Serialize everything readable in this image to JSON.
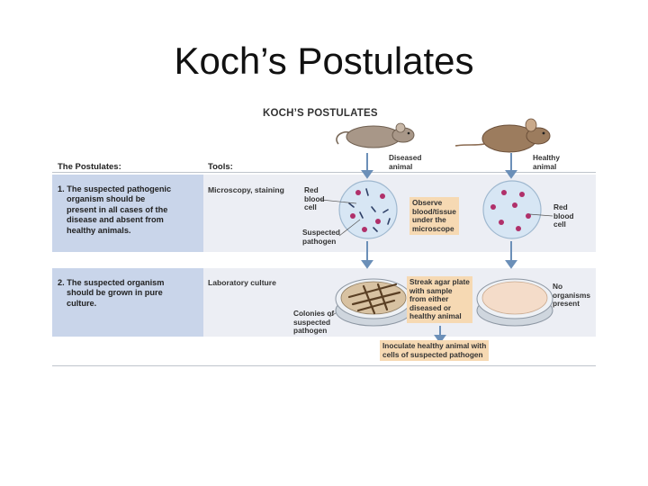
{
  "slide_title": "Koch’s Postulates",
  "figure": {
    "title": "KOCH’S POSTULATES",
    "headers": {
      "postulates": "The Postulates:",
      "tools": "Tools:"
    },
    "rows": [
      {
        "postulate": [
          "1. The suspected pathogenic",
          "organism should be",
          "present in all cases of the",
          "disease and absent from",
          "healthy animals."
        ],
        "tool": "Microscopy, staining"
      },
      {
        "postulate": [
          "2. The suspected organism",
          "should be grown in pure",
          "culture."
        ],
        "tool": "Laboratory culture"
      }
    ],
    "labels": {
      "diseased_animal": [
        "Diseased",
        "animal"
      ],
      "healthy_animal": [
        "Healthy",
        "animal"
      ],
      "red_blood_cell_left": [
        "Red",
        "blood",
        "cell"
      ],
      "suspected_pathogen": [
        "Suspected",
        "pathogen"
      ],
      "red_blood_cell_right": [
        "Red",
        "blood",
        "cell"
      ],
      "colonies": [
        "Colonies of",
        "suspected",
        "pathogen"
      ],
      "no_organisms": [
        "No",
        "organisms",
        "present"
      ]
    },
    "callouts": {
      "observe": [
        "Observe",
        "blood/tissue",
        "under the",
        "microscope"
      ],
      "streak": [
        "Streak agar plate",
        "with sample",
        "from either",
        "diseased or",
        "healthy animal"
      ],
      "inoculate": [
        "Inoculate healthy animal with",
        "cells of suspected pathogen"
      ]
    },
    "colors": {
      "postulate_band": "#c9d5ea",
      "row_band": "#eceef4",
      "callout": "#f6d9b3",
      "arrow": "#6b8fb8",
      "red_cell": "#b0306a",
      "slide_fill": "#d7e6f4"
    }
  }
}
